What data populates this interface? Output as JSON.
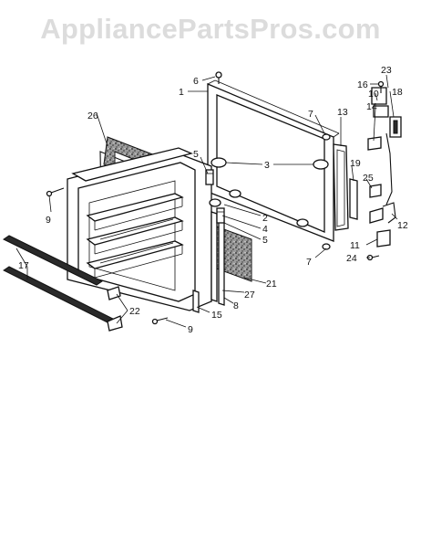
{
  "watermark": "AppliancePartsPros.com",
  "colors": {
    "ink": "#111111",
    "watermark": "#dcdcdc",
    "background": "#ffffff",
    "gasket_speckle": "#3a3a3a"
  },
  "callouts": {
    "c1": "1",
    "c2": "2",
    "c3": "3",
    "c4": "4",
    "c5a": "5",
    "c5b": "5",
    "c6": "6",
    "c7a": "7",
    "c7b": "7",
    "c8": "8",
    "c9a": "9",
    "c9b": "9",
    "c10": "10",
    "c11": "11",
    "c12": "12",
    "c13": "13",
    "c14": "14",
    "c15": "15",
    "c16": "16",
    "c17": "17",
    "c18": "18",
    "c19": "19",
    "c21": "21",
    "c22": "22",
    "c23": "23",
    "c24": "24",
    "c25": "25",
    "c26": "26",
    "c27": "27"
  }
}
